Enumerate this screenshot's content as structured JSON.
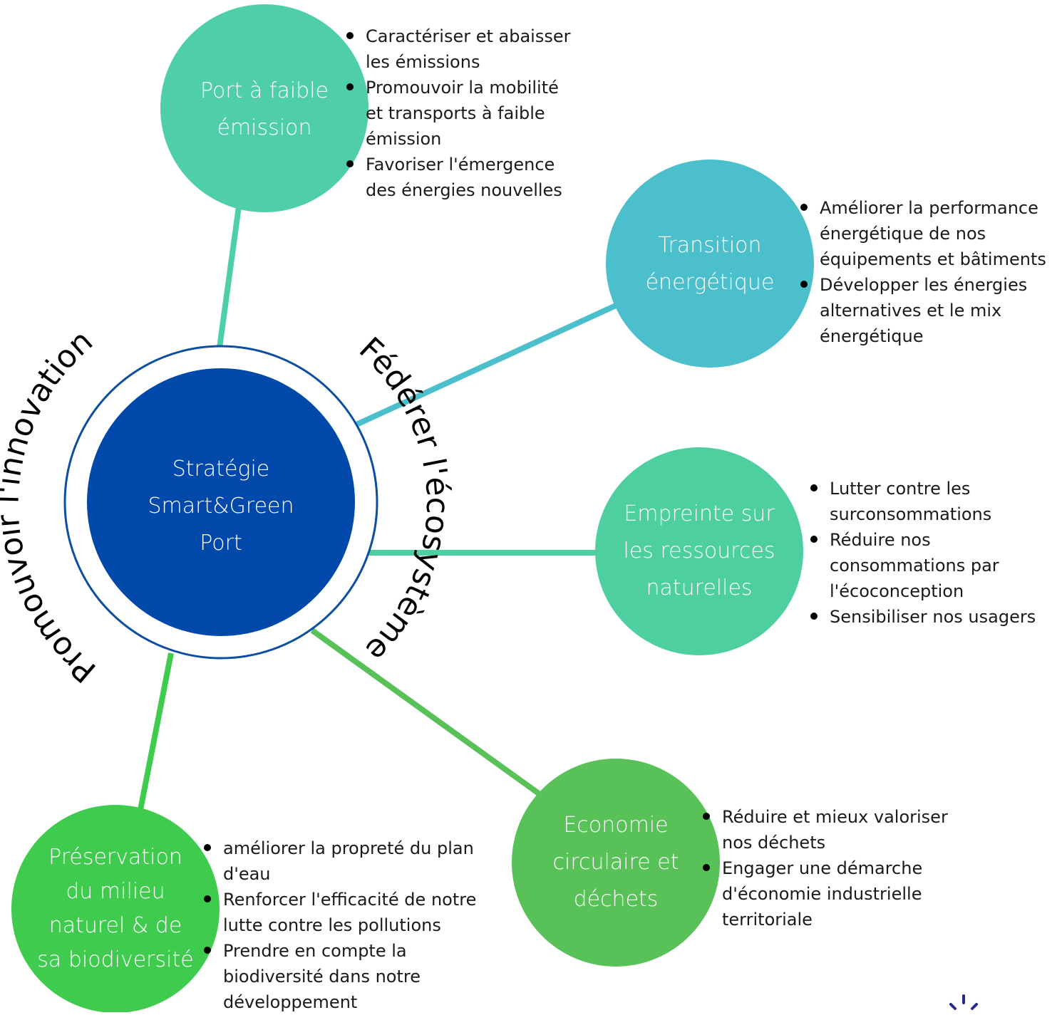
{
  "center": {
    "lines": [
      "Stratégie",
      "Smart&Green",
      "Port"
    ],
    "color": "#0048AA",
    "ring_color": "#0B4EA2"
  },
  "arc_labels": {
    "left": "Promouvoir l'innovation",
    "right": "Fédérer l'écosystème"
  },
  "nodes": [
    {
      "id": "port-faible-emission",
      "lines": [
        "Port à faible",
        "émission"
      ],
      "color": "#4ECFA9",
      "line_color": "#4ECFA9",
      "bullets": [
        "Caractériser et abaisser les émissions",
        "Promouvoir la mobilité et transports à faible émission",
        "Favoriser l'émergence des énergies nouvelles"
      ]
    },
    {
      "id": "transition-energetique",
      "lines": [
        "Transition",
        "énergétique"
      ],
      "color": "#4BBFCC",
      "line_color": "#4BBFCC",
      "bullets": [
        "Améliorer la performance énergétique de nos équipements et bâtiments",
        "Développer les énergies alternatives et le mix énergétique"
      ]
    },
    {
      "id": "empreinte-ressources",
      "lines": [
        "Empreinte sur",
        "les ressources",
        "naturelles"
      ],
      "color": "#4ECFA0",
      "line_color": "#4ECFA0",
      "bullets": [
        "Lutter contre les surconsommations",
        "Réduire nos consommations par l'écoconception",
        "Sensibiliser nos usagers"
      ]
    },
    {
      "id": "economie-circulaire",
      "lines": [
        "Economie",
        "circulaire et",
        "déchets"
      ],
      "color": "#58C158",
      "line_color": "#58C158",
      "bullets": [
        "Réduire et mieux valoriser nos déchets",
        "Engager une démarche d'économie industrielle territoriale"
      ]
    },
    {
      "id": "preservation-milieu",
      "lines": [
        "Préservation",
        "du milieu",
        "naturel & de",
        "sa biodiversité"
      ],
      "color": "#3FCC4E",
      "line_color": "#3FCC4E",
      "bullets": [
        "améliorer la propreté du plan d'eau",
        "Renforcer l'efficacité de notre lutte contre les pollutions",
        "Prendre en compte la biodiversité dans notre développement"
      ]
    }
  ]
}
